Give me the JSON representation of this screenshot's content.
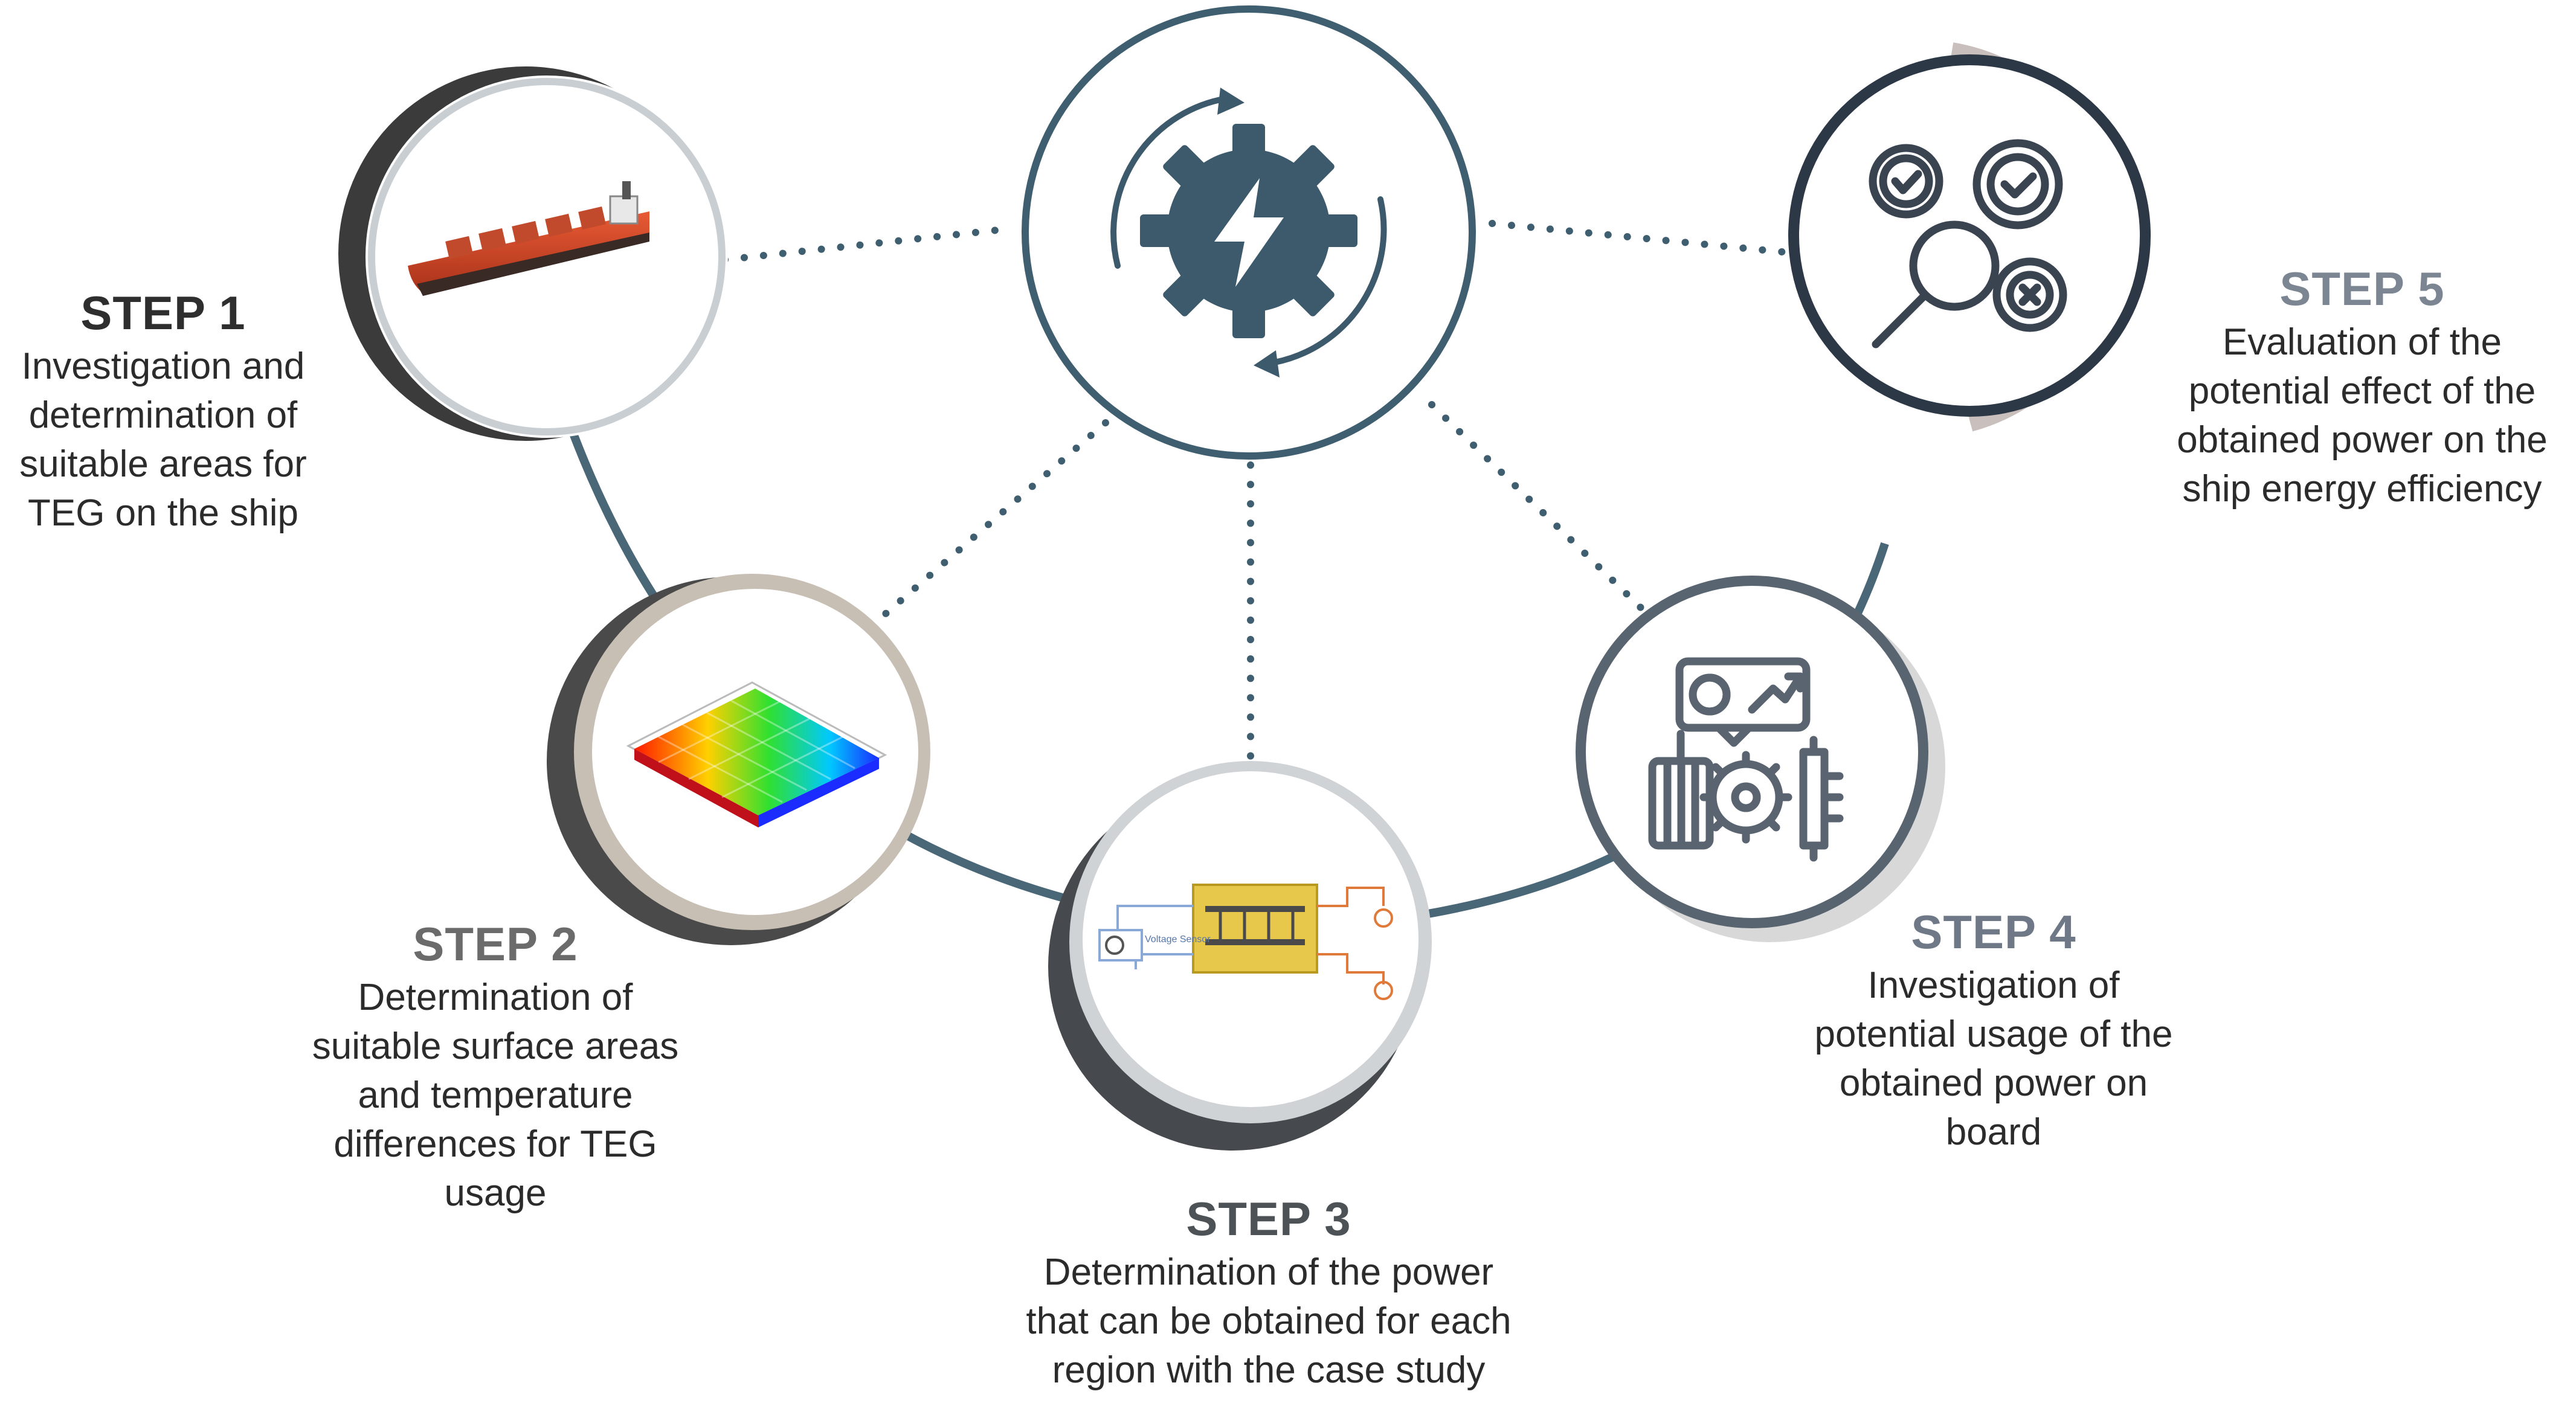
{
  "steps": [
    {
      "title": "STEP 1",
      "desc": [
        "Investigation and",
        "determination of",
        "suitable areas for",
        "TEG on the ship"
      ],
      "title_color": "#2e2e2e"
    },
    {
      "title": "STEP 2",
      "desc": [
        "Determination of",
        "suitable surface areas",
        "and temperature",
        "differences for TEG",
        "usage"
      ],
      "title_color": "#6b6b6b"
    },
    {
      "title": "STEP 3",
      "desc": [
        "Determination of the power",
        "that can be obtained for each",
        "region with the case study"
      ],
      "title_color": "#4d5257"
    },
    {
      "title": "STEP 4",
      "desc": [
        "Investigation of",
        "potential usage of the",
        "obtained power on",
        "board"
      ],
      "title_color": "#6e7886"
    },
    {
      "title": "STEP 5",
      "desc": [
        "Evaluation of the",
        "potential effect of the",
        "obtained power on the",
        "ship energy efficiency"
      ],
      "title_color": "#7c8692"
    }
  ],
  "icons": {
    "center": "gear-lightning-cycle-icon",
    "step1": "cargo-ship-icon",
    "step2": "temperature-heatmap-icon",
    "step3": "teg-circuit-icon",
    "step4": "power-usage-gears-icon",
    "step5": "evaluation-gears-magnifier-icon"
  },
  "colors": {
    "ring": "#4a6778",
    "center_icon": "#3d5a6c",
    "dots": "#3f5f70",
    "heat": [
      "#0000ff",
      "#00ffff",
      "#00ff00",
      "#ffff00",
      "#ff0000"
    ],
    "circuit_panel": "#e8c84a"
  },
  "circuit_label": "Voltage Sensor"
}
